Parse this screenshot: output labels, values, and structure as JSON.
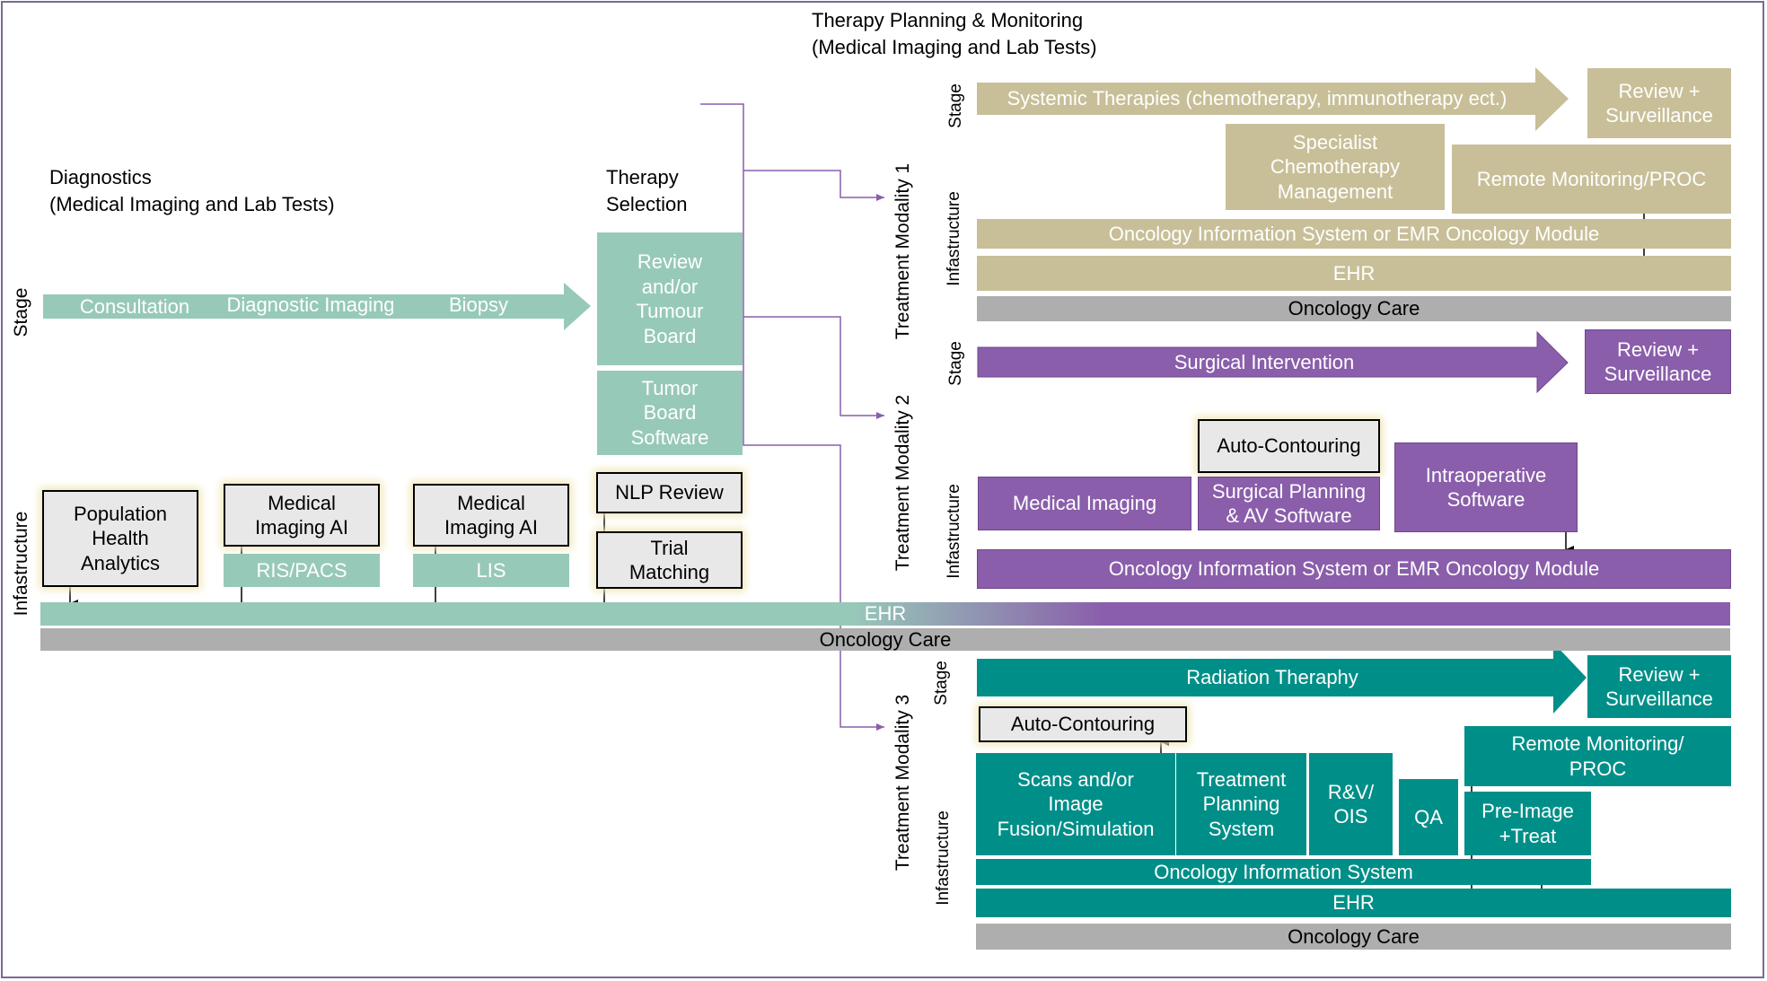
{
  "top_title": "Therapy Planning & Monitoring\n(Medical Imaging and Lab Tests)",
  "diagnostics": {
    "title": "Diagnostics\n(Medical Imaging and Lab Tests)",
    "stage_label": "Stage",
    "infra_label": "Infastructure",
    "steps": [
      "Consultation",
      "Diagnostic Imaging",
      "Biopsy"
    ],
    "tools": {
      "population_health": "Population\nHealth\nAnalytics",
      "medical_imaging_ai_1": "Medical\nImaging AI",
      "ris_pacs": "RIS/PACS",
      "medical_imaging_ai_2": "Medical\nImaging AI",
      "lis": "LIS"
    }
  },
  "therapy_selection": {
    "title": "Therapy\nSelection",
    "review_board": "Review\nand/or\nTumour\nBoard",
    "tumor_board_software": "Tumor\nBoard\nSoftware",
    "nlp_review": "NLP Review",
    "trial_matching": "Trial\nMatching"
  },
  "shared": {
    "ehr": "EHR",
    "oncology_care": "Oncology Care"
  },
  "modality1": {
    "label": "Treatment Modality 1",
    "stage_label": "Stage",
    "infra_label": "Infastructure",
    "stage": "Systemic Therapies (chemotherapy, immunotherapy ect.)",
    "review": "Review +\nSurveillance",
    "specialist": "Specialist\nChemotherapy\nManagement",
    "remote": "Remote Monitoring/PROC",
    "ois": "Oncology Information System or EMR Oncology Module",
    "ehr": "EHR",
    "oncology_care": "Oncology Care",
    "colors": {
      "main": "#c8bf98"
    }
  },
  "modality2": {
    "label": "Treatment Modality 2",
    "stage_label": "Stage",
    "infra_label": "Infastructure",
    "stage": "Surgical Intervention",
    "review": "Review +\nSurveillance",
    "auto_contouring": "Auto-Contouring",
    "medical_imaging": "Medical Imaging",
    "surgical_planning": "Surgical Planning\n& AV Software",
    "intraoperative": "Intraoperative\nSoftware",
    "ois": "Oncology Information System or EMR Oncology Module",
    "colors": {
      "main": "#8a5eab"
    }
  },
  "modality3": {
    "label": "Treatment Modality 3",
    "stage_label": "Stage",
    "infra_label": "Infastructure",
    "stage": "Radiation Theraphy",
    "review": "Review +\nSurveillance",
    "auto_contouring": "Auto-Contouring",
    "remote": "Remote Monitoring/\nPROC",
    "scans": "Scans and/or\nImage\nFusion/Simulation",
    "tps": "Treatment\nPlanning\nSystem",
    "rv_ois": "R&V/\nOIS",
    "qa": "QA",
    "pre_image": "Pre-Image\n+Treat",
    "ois": "Oncology Information System",
    "ehr": "EHR",
    "oncology_care": "Oncology Care",
    "colors": {
      "main": "#008f88"
    }
  },
  "colors": {
    "mint": "#97c9b8",
    "gray": "#aeaeae",
    "frame": "#7a6a96",
    "connector": "#8a5eab"
  }
}
